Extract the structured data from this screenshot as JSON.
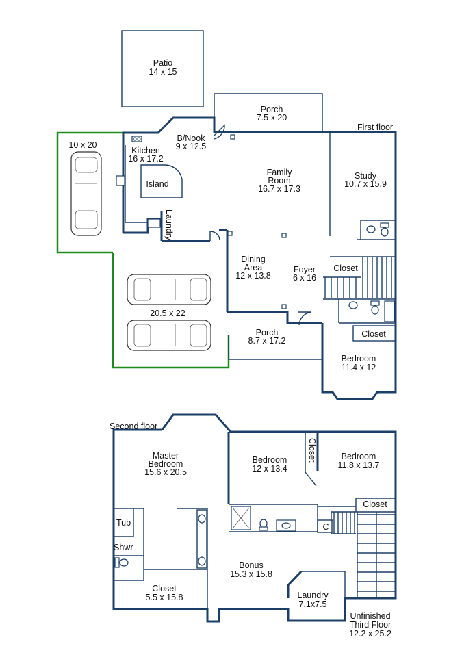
{
  "floors": {
    "first": "First floor",
    "second": "Second floor"
  },
  "rooms": {
    "patio": {
      "name": "Patio",
      "size": "14 x 15"
    },
    "porch_top": {
      "name": "Porch",
      "size": "7.5 x 20"
    },
    "bnook": {
      "name": "B/Nook",
      "size": "9 x 12.5"
    },
    "garage_single": {
      "size": "10 x 20"
    },
    "kitchen": {
      "name": "Kitchen",
      "size": "16 x 17.2"
    },
    "island": {
      "name": "Island"
    },
    "laundry1": {
      "name": "Laundry"
    },
    "family": {
      "name1": "Family",
      "name2": "Room",
      "size": "16.7 x 17.3"
    },
    "study": {
      "name": "Study",
      "size": "10.7 x 15.9"
    },
    "closet_study": {
      "name": "Closet"
    },
    "dining": {
      "name1": "Dining",
      "name2": "Area",
      "size": "12 x 13.8"
    },
    "foyer": {
      "name": "Foyer",
      "size": "6 x 16"
    },
    "garage_double": {
      "size": "20.5 x 22"
    },
    "closet_bed1": {
      "name": "Closet"
    },
    "porch_bottom": {
      "name": "Porch",
      "size": "8.7 x 17.2"
    },
    "bedroom1": {
      "name": "Bedroom",
      "size": "11.4 x 12"
    },
    "master": {
      "name1": "Master",
      "name2": "Bedroom",
      "size": "15.6 x 20.5"
    },
    "bedroom2": {
      "name": "Bedroom",
      "size": "12 x 13.4"
    },
    "closet_vert": {
      "name": "Closet"
    },
    "bedroom3": {
      "name": "Bedroom",
      "size": "11.8 x 13.7"
    },
    "closet_bed3": {
      "name": "Closet"
    },
    "tub": {
      "name": "Tub"
    },
    "shwr": {
      "name": "Shwr"
    },
    "c_closet": {
      "name": "C"
    },
    "bonus": {
      "name": "Bonus",
      "size": "15.3 x 15.8"
    },
    "closet_master": {
      "name": "Closet",
      "size": "5.5 x 15.8"
    },
    "laundry2": {
      "name": "Laundry",
      "size": "7.1x7.5"
    },
    "third": {
      "line1": "Unfinished",
      "line2": "Third Floor",
      "size": "12.2 x 25.2"
    }
  }
}
